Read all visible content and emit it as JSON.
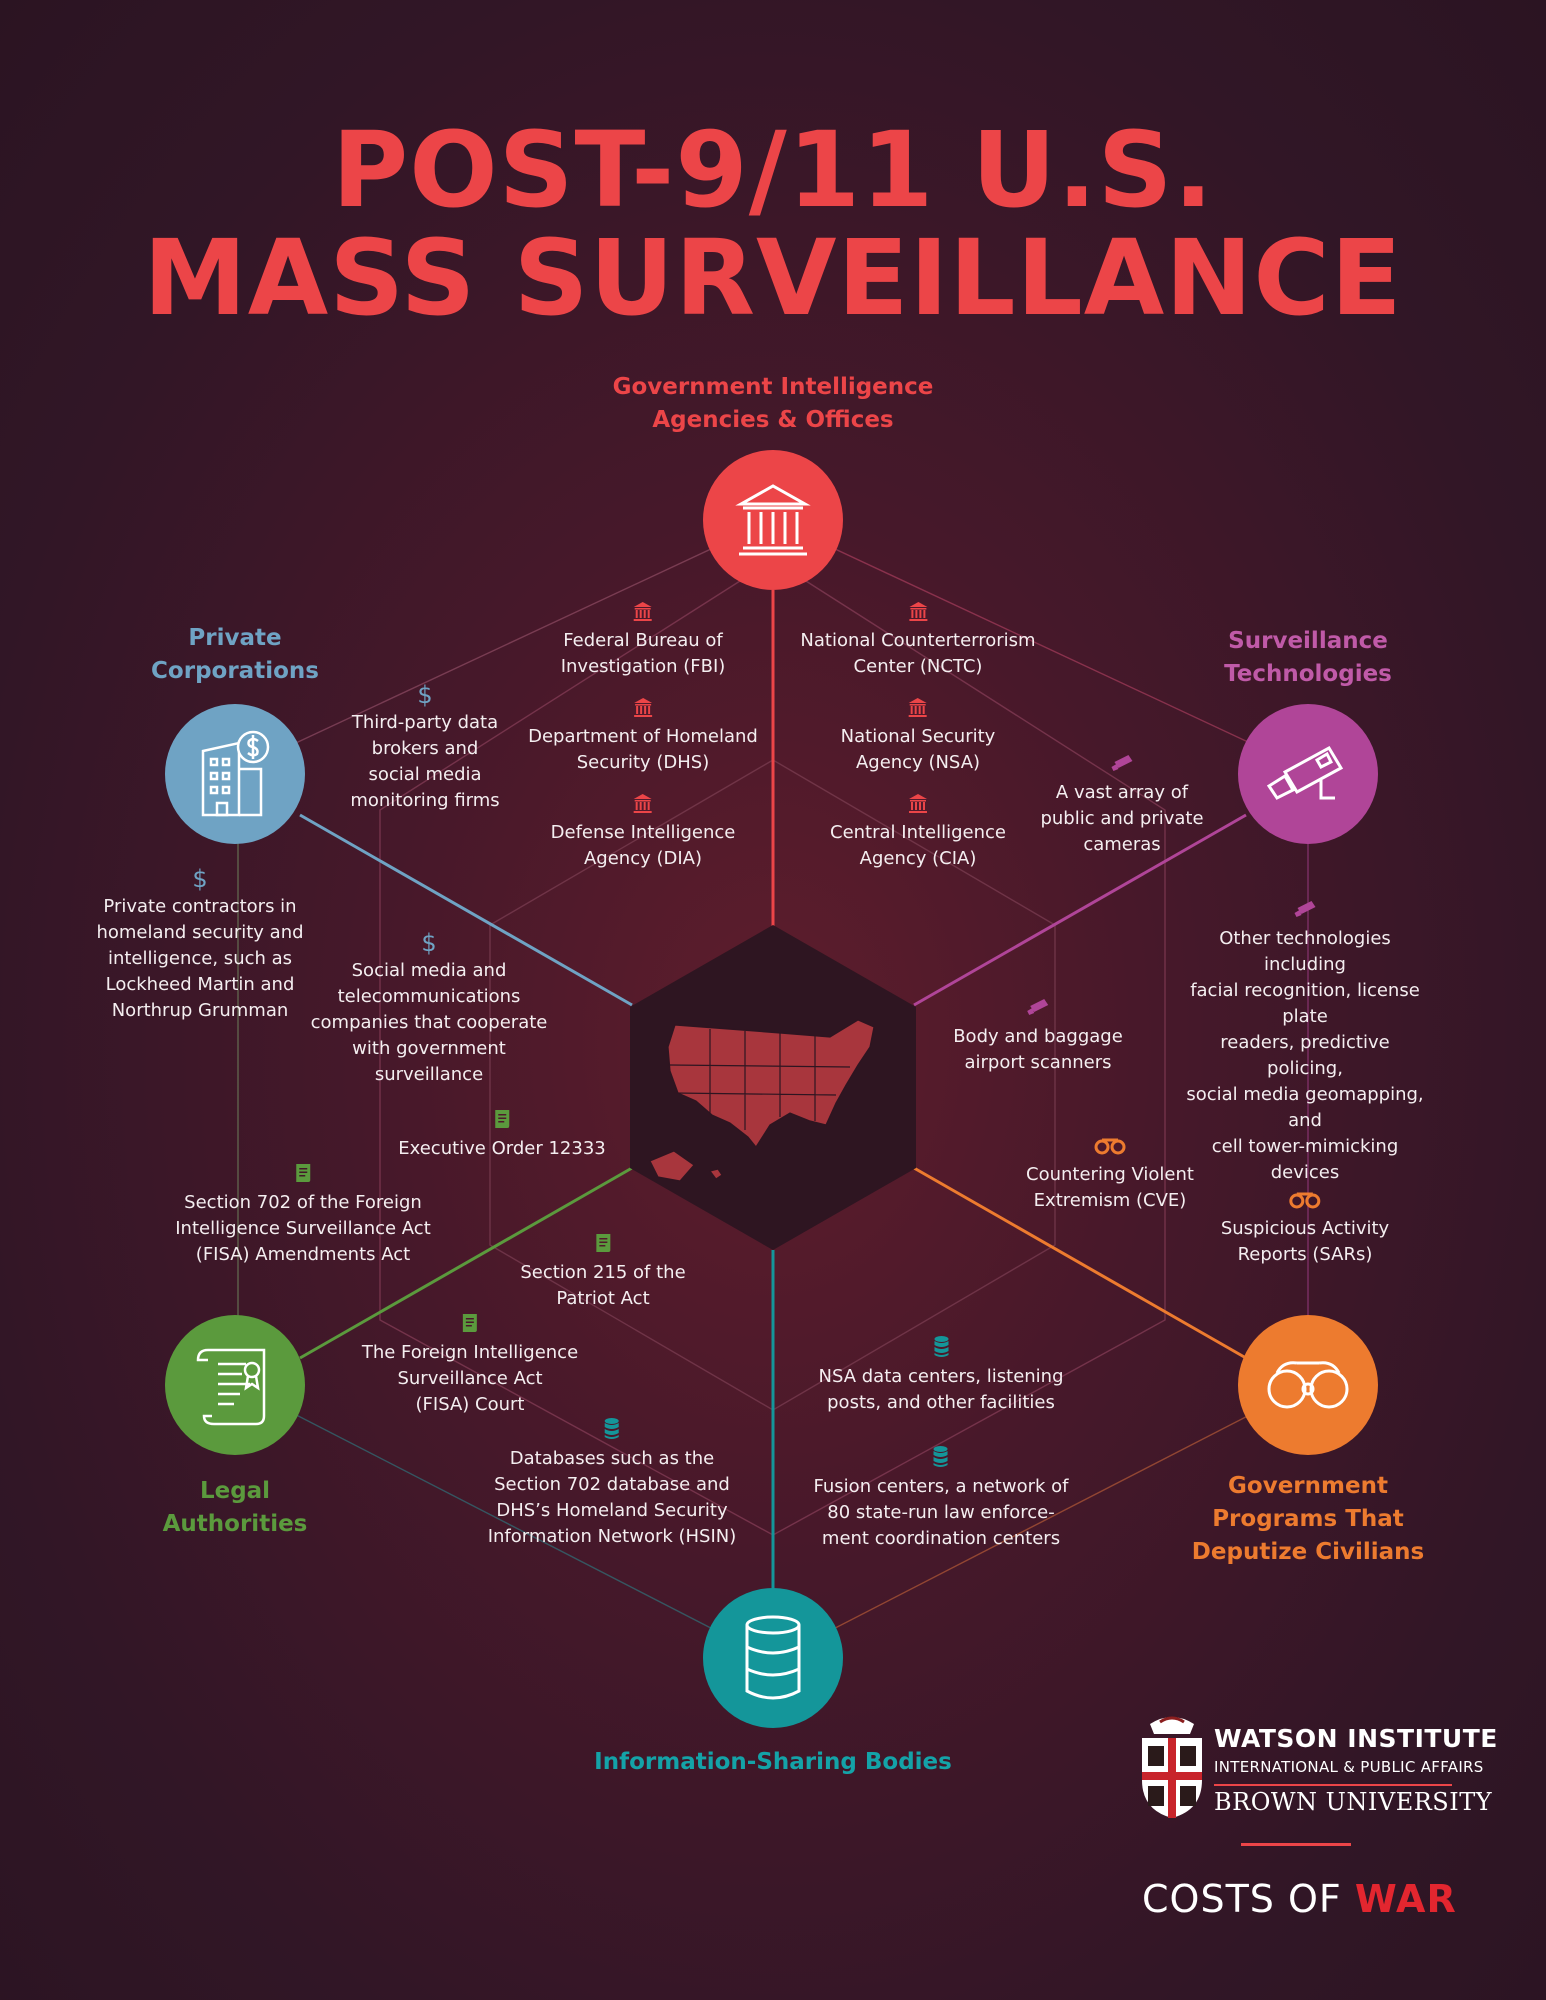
{
  "title": {
    "line1": "POST-9/11 U.S.",
    "line2": "MASS SURVEILLANCE"
  },
  "colors": {
    "red": "#ec4548",
    "blue": "#6fa3c4",
    "magenta": "#b04598",
    "green": "#5b9a3d",
    "orange": "#ed7b2f",
    "teal": "#14969a"
  },
  "hubs": {
    "government": {
      "label_line1": "Government Intelligence",
      "label_line2": "Agencies & Offices",
      "icon": "government-building-icon"
    },
    "private": {
      "label_line1": "Private",
      "label_line2": "Corporations",
      "icon": "office-building-dollar-icon"
    },
    "surveillance": {
      "label_line1": "Surveillance",
      "label_line2": "Technologies",
      "icon": "security-camera-icon"
    },
    "legal": {
      "label_line1": "Legal",
      "label_line2": "Authorities",
      "icon": "legal-scroll-icon"
    },
    "programs": {
      "label_line1": "Government",
      "label_line2": "Programs That",
      "label_line3": "Deputize Civilians",
      "icon": "binoculars-icon"
    },
    "info": {
      "label": "Information-Sharing Bodies",
      "icon": "database-icon"
    }
  },
  "items": {
    "fbi": [
      "Federal Bureau of",
      "Investigation (FBI)"
    ],
    "nctc": [
      "National Counterterrorism",
      "Center (NCTC)"
    ],
    "dhs": [
      "Department of Homeland",
      "Security (DHS)"
    ],
    "nsa": [
      "National Security",
      "Agency (NSA)"
    ],
    "dia": [
      "Defense Intelligence",
      "Agency (DIA)"
    ],
    "cia": [
      "Central Intelligence",
      "Agency (CIA)"
    ],
    "brokers": [
      "Third-party data",
      "brokers and",
      "social media",
      "monitoring firms"
    ],
    "contractors": [
      "Private contractors in",
      "homeland security and",
      "intelligence, such as",
      "Lockheed Martin and",
      "Northrup Grumman"
    ],
    "social": [
      "Social media and",
      "telecommunications",
      "companies that cooperate",
      "with government",
      "surveillance"
    ],
    "cameras": [
      "A vast array of",
      "public and private",
      "cameras"
    ],
    "other_tech": [
      "Other technologies including",
      "facial recognition, license plate",
      "readers, predictive policing,",
      "social media geomapping, and",
      "cell tower-mimicking devices"
    ],
    "scanners": [
      "Body and baggage",
      "airport scanners"
    ],
    "eo": [
      "Executive Order 12333"
    ],
    "s702": [
      "Section 702 of the Foreign",
      "Intelligence Surveillance Act",
      "(FISA) Amendments Act"
    ],
    "s215": [
      "Section 215 of the",
      "Patriot Act"
    ],
    "fisa_court": [
      "The Foreign Intelligence",
      "Surveillance Act",
      "(FISA) Court"
    ],
    "cve": [
      "Countering Violent",
      "Extremism (CVE)"
    ],
    "sars": [
      "Suspicious Activity",
      "Reports (SARs)"
    ],
    "nsa_centers": [
      "NSA data centers, listening",
      "posts, and other facilities"
    ],
    "databases": [
      "Databases such as the",
      "Section 702 database and",
      "DHS’s Homeland Security",
      "Information Network (HSIN)"
    ],
    "fusion": [
      "Fusion centers, a network of",
      "80 state-run law enforce-",
      "ment coordination centers"
    ]
  },
  "center": {
    "icon": "us-map-icon"
  },
  "logo": {
    "name": "WATSON INSTITUTE",
    "sub": "INTERNATIONAL & PUBLIC AFFAIRS",
    "university": "BROWN UNIVERSITY",
    "costs": "COSTS OF",
    "war": "WAR"
  }
}
